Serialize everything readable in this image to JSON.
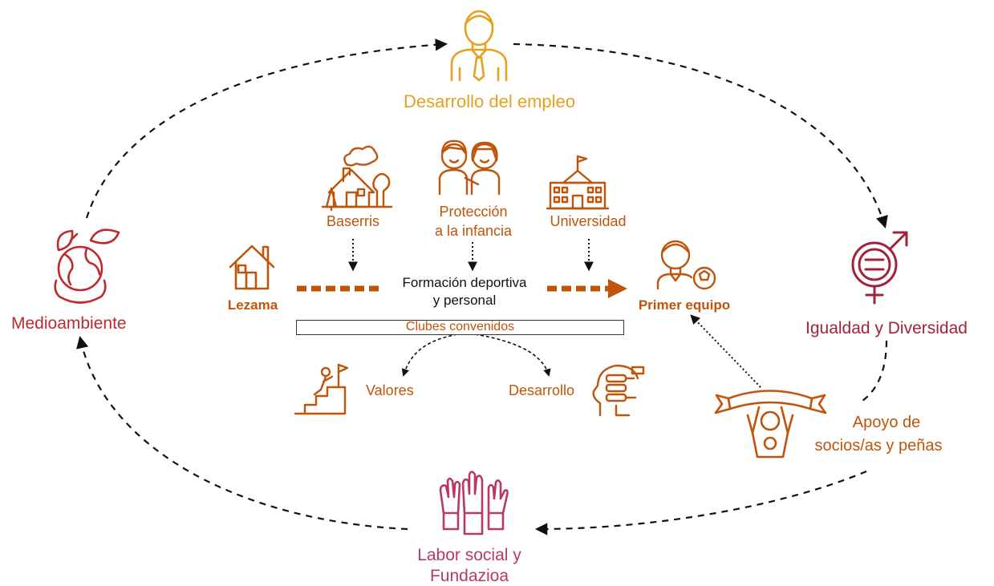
{
  "colors": {
    "orange_gold": "#E6A020",
    "orange_dark": "#C0540A",
    "burgundy": "#A0233A",
    "red": "#C0282D",
    "pink": "#B83A5E",
    "black": "#111111"
  },
  "nodes": {
    "employment": {
      "label": "Desarrollo del empleo",
      "icon": "businessman-icon"
    },
    "equality": {
      "label": "Igualdad y Diversidad",
      "icon": "gender-equality-icon"
    },
    "fans": {
      "line1": "Apoyo de",
      "line2": "socios/as y peñas",
      "icon": "fan-scarf-icon"
    },
    "social": {
      "line1": "Labor social y",
      "line2": "Fundazioa",
      "icon": "raised-hands-icon"
    },
    "environment": {
      "label": "Medioambiente",
      "icon": "earth-leaves-icon"
    }
  },
  "center": {
    "baserris": {
      "label": "Baserris",
      "icon": "farmhouse-icon"
    },
    "childhood": {
      "line1": "Protección",
      "line2": "a la infancia",
      "icon": "children-icon"
    },
    "university": {
      "label": "Universidad",
      "icon": "university-icon"
    },
    "lezama": {
      "label": "Lezama",
      "icon": "house-icon"
    },
    "training": {
      "line1": "Formación deportiva",
      "line2": "y personal"
    },
    "first_team": {
      "label": "Primer equipo",
      "icon": "football-player-icon"
    },
    "clubs": {
      "label": "Clubes convenidos"
    },
    "values": {
      "label": "Valores",
      "icon": "climb-goal-icon"
    },
    "development": {
      "label": "Desarrollo",
      "icon": "head-gears-icon"
    }
  }
}
